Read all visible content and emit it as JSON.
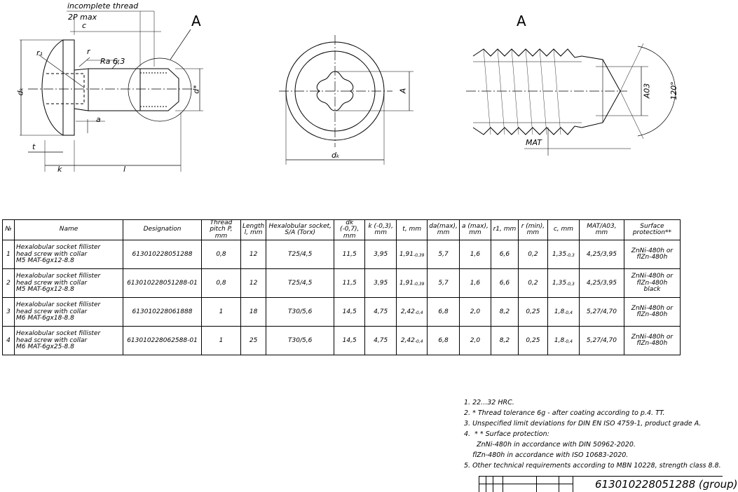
{
  "drawing": {
    "labels": {
      "incomplete_thread": "incomplete thread",
      "two_p_max": "2P max",
      "c": "c",
      "r": "r",
      "r1": "r₁",
      "ra": "Ra 6,3",
      "dk_left": "dₖ",
      "d_star": "d*",
      "a": "a",
      "t": "t",
      "k": "k",
      "l": "l",
      "A_view_letter": "A",
      "A_dim": "A",
      "dk_front": "dₖ",
      "detail_letter": "A",
      "mat_label": "MAT",
      "a03_label": "A03",
      "angle_label": "120°"
    }
  },
  "table": {
    "headers": {
      "no": "№",
      "name": "Name",
      "designation": "Designation",
      "pitch": "Thread pitch P, mm",
      "length": "Length l, mm",
      "socket": "Hexalobular socket, S/A (Torx)",
      "dk": "dk (-0,7), mm",
      "k": "k (-0,3), mm",
      "t": "t, mm",
      "da": "da(max), mm",
      "a": "a (max), mm",
      "r1": "r1, mm",
      "r": "r (min), mm",
      "c": "c, mm",
      "mat": "MAT/A03, mm",
      "surface": "Surface protection**"
    },
    "rows": [
      {
        "no": "1",
        "name_lines": [
          "Hexalobular socket fillister",
          "head screw with collar",
          "M5 MAT-6gx12-8.8"
        ],
        "designation": "613010228051288",
        "pitch": "0,8",
        "length": "12",
        "socket": "T25/4,5",
        "dk": "11,5",
        "k": "3,95",
        "t": "1,91",
        "t_tol": "-0,39",
        "da": "5,7",
        "a": "1,6",
        "r1": "6,6",
        "r": "0,2",
        "c": "1,35",
        "c_tol": "-0,3",
        "mat": "4,25/3,95",
        "surface_lines": [
          "ZnNi-480h or flZn-480h"
        ]
      },
      {
        "no": "2",
        "name_lines": [
          "Hexalobular socket fillister",
          "head screw with collar",
          "M5 MAT-6gx12-8.8"
        ],
        "designation": "613010228051288-01",
        "pitch": "0,8",
        "length": "12",
        "socket": "T25/4,5",
        "dk": "11,5",
        "k": "3,95",
        "t": "1,91",
        "t_tol": "-0,39",
        "da": "5,7",
        "a": "1,6",
        "r1": "6,6",
        "r": "0,2",
        "c": "1,35",
        "c_tol": "-0,3",
        "mat": "4,25/3,95",
        "surface_lines": [
          "ZnNi-480h or flZn-480h",
          "black"
        ]
      },
      {
        "no": "3",
        "name_lines": [
          "Hexalobular socket fillister",
          "head screw with collar",
          "M6 MAT-6gx18-8.8"
        ],
        "designation": "613010228061888",
        "pitch": "1",
        "length": "18",
        "socket": "T30/5,6",
        "dk": "14,5",
        "k": "4,75",
        "t": "2,42",
        "t_tol": "-0,4",
        "da": "6,8",
        "a": "2,0",
        "r1": "8,2",
        "r": "0,25",
        "c": "1,8",
        "c_tol": "-0,4",
        "mat": "5,27/4,70",
        "surface_lines": [
          "ZnNi-480h or flZn-480h"
        ]
      },
      {
        "no": "4",
        "name_lines": [
          "Hexalobular socket fillister",
          "head screw with collar",
          "M6 MAT-6gx25-8.8"
        ],
        "designation": "613010228062588-01",
        "pitch": "1",
        "length": "25",
        "socket": "T30/5,6",
        "dk": "14,5",
        "k": "4,75",
        "t": "2,42",
        "t_tol": "-0,4",
        "da": "6,8",
        "a": "2,0",
        "r1": "8,2",
        "r": "0,25",
        "c": "1,8",
        "c_tol": "-0,4",
        "mat": "5,27/4,70",
        "surface_lines": [
          "ZnNi-480h or flZn-480h"
        ]
      }
    ]
  },
  "notes": [
    "1. 22...32 HRC.",
    "2.  * Thread tolerance 6g - after coating according to p.4. TT.",
    "3. Unspecified limit deviations for DIN EN ISO 4759-1, product grade A.",
    "4.  * * Surface protection:",
    "      ZnNi-480h in accordance with DIN 50962-2020.",
    "    flZn-480h in accordance with ISO 10683-2020.",
    "5. Other technical requirements according to MBN 10228, strength class 8.8."
  ],
  "title_block": {
    "title": "613010228051288 (group)"
  }
}
